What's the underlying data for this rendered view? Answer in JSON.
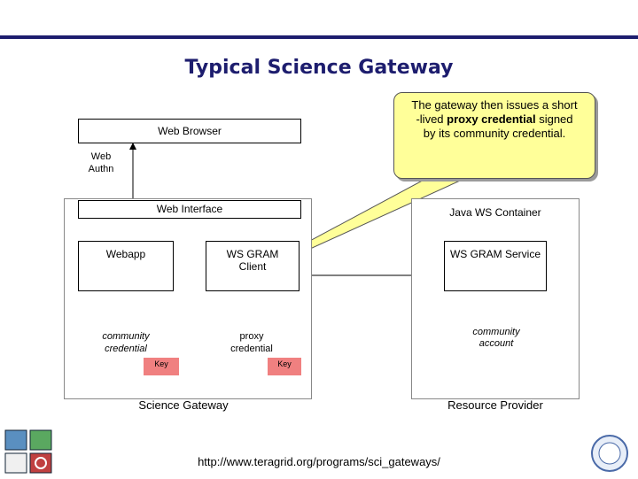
{
  "title": "Typical Science Gateway",
  "callout": {
    "line1": "The gateway then issues a short",
    "line2_pre": "-lived ",
    "line2_bold": "proxy credential",
    "line2_post": " signed",
    "line3": "by its community credential."
  },
  "web_browser": "Web Browser",
  "web_authn_1": "Web",
  "web_authn_2": "Authn",
  "web_interface": "Web Interface",
  "webapp": "Webapp",
  "ws_gram_client_1": "WS GRAM",
  "ws_gram_client_2": "Client",
  "community_credential_1": "community",
  "community_credential_2": "credential",
  "proxy_credential_1": "proxy",
  "proxy_credential_2": "credential",
  "key_label": "Key",
  "science_gateway": "Science Gateway",
  "java_ws_container": "Java WS Container",
  "ws_gram_service": "WS GRAM Service",
  "community_account_1": "community",
  "community_account_2": "account",
  "resource_provider": "Resource Provider",
  "url": "http://www.teragrid.org/programs/sci_gateways/",
  "colors": {
    "title": "#1d1d6e",
    "callout_bg": "#ffff99",
    "key_bg": "#f08080",
    "scroll_bg": "#f5ecd8"
  }
}
